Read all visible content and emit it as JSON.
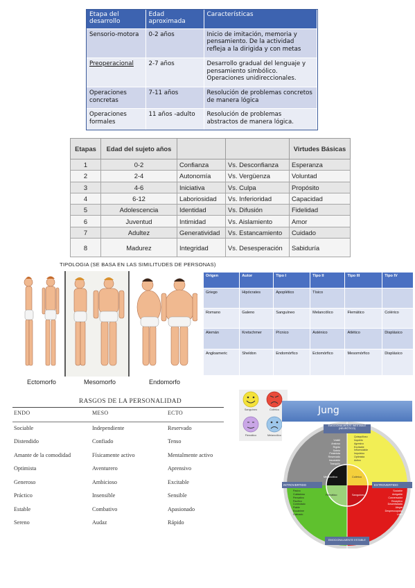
{
  "piaget": {
    "headers": [
      "Etapa del desarrollo",
      "Edad aproximada",
      "Características"
    ],
    "rows": [
      [
        "Sensorio-motora",
        "0-2 años",
        "Inicio de imitación, memoria y pensamiento. De la actividad refleja a la dirigida y con metas"
      ],
      [
        "Preoperacional",
        "2-7 años",
        "Desarrollo gradual del lenguaje y pensamiento simbólico. Operaciones unidireccionales."
      ],
      [
        "Operaciones concretas",
        "7-11 años",
        "Resolución de problemas concretos de manera lógica"
      ],
      [
        "Operaciones formales",
        "11 años -adulto",
        "Resolución de problemas abstractos de manera lógica."
      ]
    ]
  },
  "erikson": {
    "headers": [
      "Etapas",
      "Edad del sujeto años",
      "",
      "",
      "Virtudes Básicas"
    ],
    "rows": [
      [
        "1",
        "0-2",
        "Confianza",
        "Vs. Desconfianza",
        "Esperanza"
      ],
      [
        "2",
        "2-4",
        "Autonomía",
        "Vs. Vergüenza",
        "Voluntad"
      ],
      [
        "3",
        "4-6",
        "Iniciativa",
        "Vs. Culpa",
        "Propósito"
      ],
      [
        "4",
        "6-12",
        "Laboriosidad",
        "Vs. Inferioridad",
        "Capacidad"
      ],
      [
        "5",
        "Adolescencia",
        "Identidad",
        "Vs. Difusión",
        "Fidelidad"
      ],
      [
        "6",
        "Juventud",
        "Intimidad",
        "Vs. Aislamiento",
        "Amor"
      ],
      [
        "7",
        "Adultez",
        "Generatividad",
        "Vs. Estancamiento",
        "Cuidado"
      ],
      [
        "8",
        "Madurez",
        "Integridad",
        "Vs. Desesperación",
        "Sabiduría"
      ]
    ]
  },
  "caption": "TIPOLOGIA (SE BASA EN LAS SIMILITUDES DE PERSONAS)",
  "bodies": {
    "labels": [
      "Ectomorfo",
      "Mesomorfo",
      "Endomorfo"
    ]
  },
  "tipologia": {
    "headers": [
      "Origen",
      "Autor",
      "Tipo I",
      "Tipo II",
      "Tipo III",
      "Tipo IV"
    ],
    "rows": [
      [
        "Griego",
        "Hipócrates",
        "Apoplético",
        "Tísico",
        "",
        ""
      ],
      [
        "Romano",
        "Galeno",
        "Sanguíneo",
        "Melancólico",
        "Flemático",
        "Colérico"
      ],
      [
        "Alemán",
        "Kretschmer",
        "Pícnico",
        "Asténico",
        "Atlético",
        "Displásico"
      ],
      [
        "Angloameric",
        "Sheldon",
        "Endomórfico",
        "Ectomórfico",
        "Mesomórfico",
        "Displásico"
      ]
    ]
  },
  "rasgos": {
    "title": "RASGOS DE LA PERSONALIDAD",
    "headers": [
      "ENDO",
      "MESO",
      "ECTO"
    ],
    "rows": [
      [
        "Sociable",
        "Independiente",
        "Reservado"
      ],
      [
        "Distendido",
        "Confiado",
        "Tenso"
      ],
      [
        "Amante de la comodidad",
        "Físicamente activo",
        "Mentalmente activo"
      ],
      [
        "Optimista",
        "Aventurero",
        "Aprensivo"
      ],
      [
        "Generoso",
        "Ambicioso",
        "Excitable"
      ],
      [
        "Práctico",
        "Insensible",
        "Sensible"
      ],
      [
        "Estable",
        "Combativo",
        "Apasionado"
      ],
      [
        "Sereno",
        "Audaz",
        "Rápido"
      ]
    ]
  },
  "faces": {
    "labels": [
      "Sanguíneo",
      "Colérico",
      "Flemático",
      "Melancólico"
    ],
    "colors": [
      "#f4e23a",
      "#e94a3a",
      "#c9a6e6",
      "#9ec7ea"
    ]
  },
  "jung": {
    "title": "Jung",
    "top_label": "EMOCIONALMENTE INESTABLE (NEURÓTICO)",
    "bottom_label": "EMOCIONALMENTE ESTABLE",
    "left_label": "INTROVERTIDO",
    "right_label": "EXTROVERTIDO",
    "quadrants": [
      "Melancólico",
      "Colérico",
      "Flemático",
      "Sanguíneo"
    ],
    "traits_tl": [
      "Volátil",
      "Ansioso",
      "Rígido",
      "Sobrio",
      "Pesimista",
      "Reservado",
      "Insociable",
      "Tranquilo"
    ],
    "traits_tr": [
      "Quisquilloso",
      "Inquieto",
      "Agresivo",
      "Excitable",
      "Influenciable",
      "Impulsivo",
      "Optimista",
      "Activo"
    ],
    "traits_bl": [
      "Pasivo",
      "Cuidadoso",
      "Pensativo",
      "Pacífico",
      "Controlado",
      "Fiable",
      "Ecuánime",
      "Calmado"
    ],
    "traits_br": [
      "Sociable",
      "Amigable",
      "Conversador",
      "Receptivo",
      "Desenfadado",
      "Alegre",
      "Despreocupado",
      "Líder"
    ],
    "colors": {
      "tl": "#8c8c8c",
      "tr": "#f2ee55",
      "bl": "#5fc12e",
      "br": "#e01a1a",
      "core_tl": "#141414",
      "core_tr": "#f4cf3c",
      "core_bl": "#9bd27a",
      "core_br": "#c8141a",
      "ring": "#ffffff"
    }
  }
}
